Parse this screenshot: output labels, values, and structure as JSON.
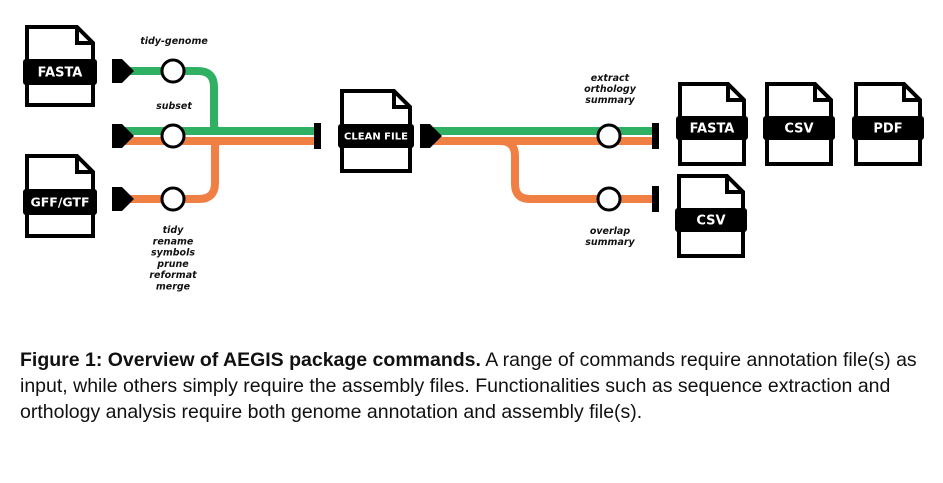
{
  "colors": {
    "green": "#2fb062",
    "orange": "#f07f44",
    "ink": "#000000"
  },
  "nodes": {
    "fasta_in": "FASTA",
    "gff_in": "GFF/GTF",
    "clean": "CLEAN FILE",
    "fasta_out": "FASTA",
    "csv_out_1": "CSV",
    "pdf_out": "PDF",
    "csv_out_2": "CSV"
  },
  "commands": {
    "tidy_genome": [
      "tidy-genome"
    ],
    "subset": [
      "subset"
    ],
    "annotation": [
      "tidy",
      "rename",
      "symbols",
      "prune",
      "reformat",
      "merge"
    ],
    "extract": [
      "extract",
      "orthology",
      "summary"
    ],
    "overlap": [
      "overlap",
      "summary"
    ]
  },
  "caption": {
    "title": "Figure 1: Overview of AEGIS package commands.",
    "text": " A range of commands require annotation file(s) as input, while others simply require the assembly files. Functionalities such as sequence extraction and orthology analysis require both genome annotation and assembly file(s)."
  }
}
